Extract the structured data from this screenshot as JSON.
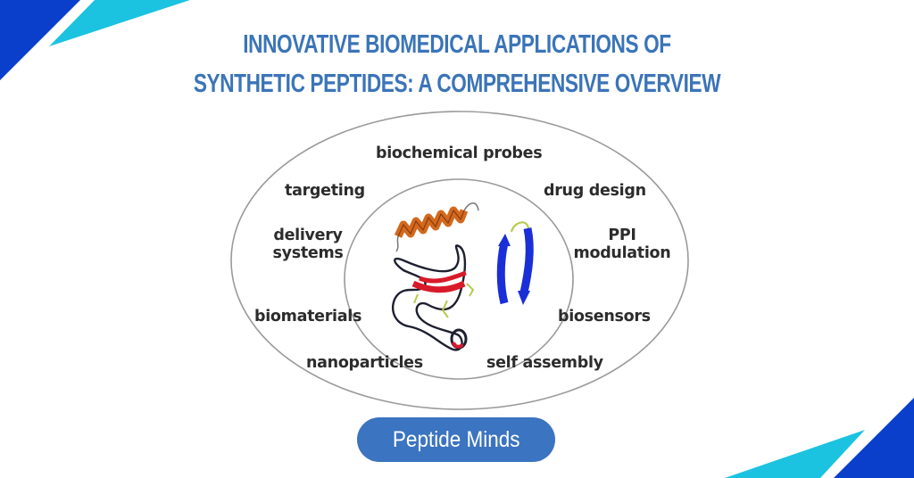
{
  "page": {
    "title_line1": "INNOVATIVE BIOMEDICAL APPLICATIONS OF",
    "title_line2": "SYNTHETIC PEPTIDES: A COMPREHENSIVE OVERVIEW",
    "brand_button": "Peptide Minds"
  },
  "colors": {
    "title": "#3b74b8",
    "brand_button_bg": "#3b74c0",
    "corner_dark_blue": "#0a3fcc",
    "corner_cyan": "#1bc3e0",
    "label_text": "#2c2c2c",
    "ellipse_stroke": "#9a9a9a"
  },
  "diagram": {
    "center_structures": [
      {
        "name": "alpha-helix",
        "color": "#d2691e"
      },
      {
        "name": "beta-hairpin",
        "color": "#1a2fd8"
      },
      {
        "name": "cyclic-peptide-with-disulfides",
        "color": "#d81b2a"
      }
    ],
    "labels": [
      {
        "text": "biochemical probes"
      },
      {
        "text": "targeting"
      },
      {
        "text": "drug design"
      },
      {
        "text": "delivery\nsystems",
        "line1": "delivery",
        "line2": "systems"
      },
      {
        "text": "PPI\nmodulation",
        "line1": "PPI",
        "line2": "modulation"
      },
      {
        "text": "biomaterials"
      },
      {
        "text": "biosensors"
      },
      {
        "text": "nanoparticles"
      },
      {
        "text": "self assembly"
      }
    ]
  }
}
